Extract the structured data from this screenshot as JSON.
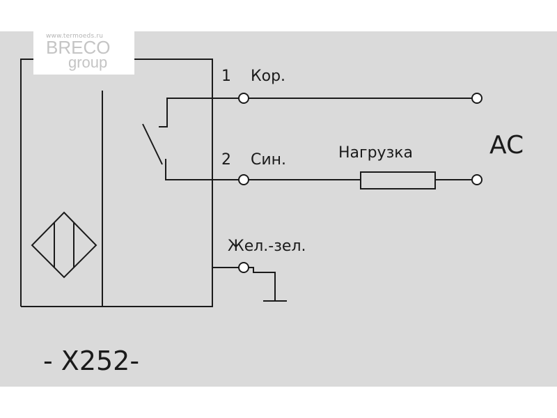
{
  "watermark": {
    "url": "www.termoeds.ru",
    "brand": "BRECO",
    "group": "group"
  },
  "terminals": [
    {
      "number": "1",
      "label": "Кор."
    },
    {
      "number": "2",
      "label": "Син."
    },
    {
      "number": "",
      "label": "Жел.-зел."
    }
  ],
  "load_label": "Нагрузка",
  "supply_label": "AC",
  "model_label": "- X252-",
  "colors": {
    "background": "#dadada",
    "line": "#1a1a1a",
    "watermark": "#c4c4c4"
  }
}
